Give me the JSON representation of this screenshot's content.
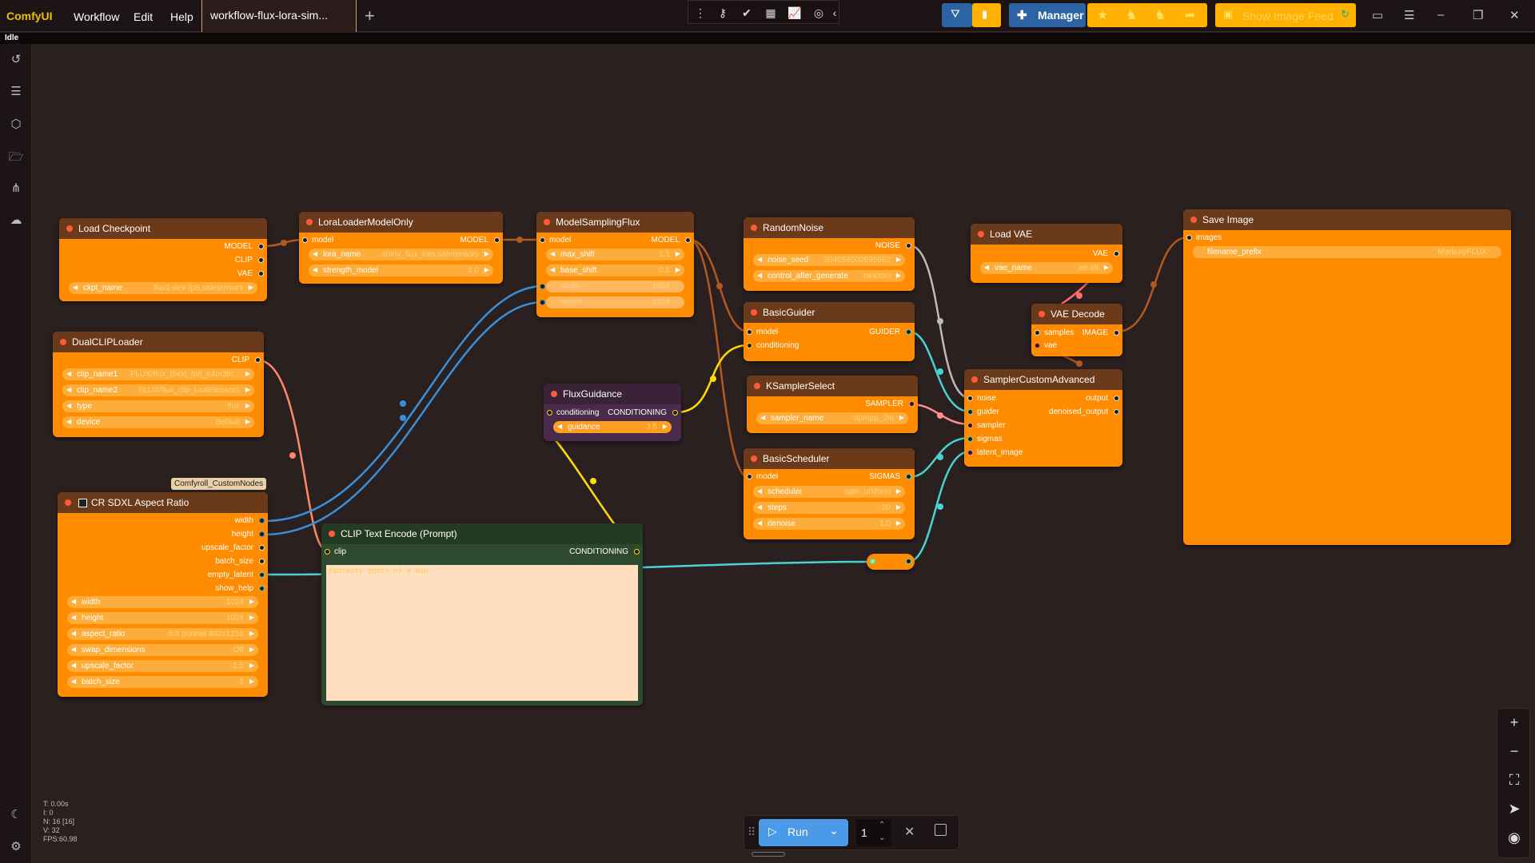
{
  "app": {
    "name": "ComfyUI",
    "status": "Idle"
  },
  "menu": {
    "workflow": "Workflow",
    "edit": "Edit",
    "help": "Help"
  },
  "tab": {
    "title": "workflow-flux-lora-sim...",
    "add": "+"
  },
  "toolbar": {
    "manager_label": "Manager",
    "image_feed_label": "Show Image Feed",
    "icons": [
      "dots-icon",
      "key-icon",
      "check-circle-icon",
      "table-icon",
      "chart-icon",
      "github-icon",
      "chevron-left-icon"
    ]
  },
  "stats": {
    "t": "T: 0.00s",
    "i": "I: 0",
    "n": "N: 16 [16]",
    "v": "V: 32",
    "fps": "FPS:60.98"
  },
  "run": {
    "label": "Run",
    "count": "1"
  },
  "tag": {
    "label": "Comfyroll_CustomNodes"
  },
  "nodes": {
    "load_checkpoint": {
      "title": "Load Checkpoint",
      "out_model": "MODEL",
      "out_clip": "CLIP",
      "out_vae": "VAE",
      "w_ckpt_name": "ckpt_name",
      "v_ckpt_name": "flux1-dev-fp8.safetensors"
    },
    "lora": {
      "title": "LoraLoaderModelOnly",
      "in_model": "model",
      "out_model": "MODEL",
      "w_lora_name": "lora_name",
      "v_lora_name": "shiny_flux_lora.safetensors",
      "w_strength": "strength_model",
      "v_strength": "1.0"
    },
    "msf": {
      "title": "ModelSamplingFlux",
      "in_model": "model",
      "out_model": "MODEL",
      "w_max_shift": "max_shift",
      "v_max_shift": "1.1",
      "w_base_shift": "base_shift",
      "v_base_shift": "0.5",
      "w_width": "width",
      "v_width": "1024",
      "w_height": "height",
      "v_height": "1024"
    },
    "random_noise": {
      "title": "RandomNoise",
      "out_noise": "NOISE",
      "w_seed": "noise_seed",
      "v_seed": "304056500695562",
      "w_control": "control_after_generate",
      "v_control": "random"
    },
    "load_vae": {
      "title": "Load VAE",
      "out_vae": "VAE",
      "w_vae_name": "vae_name",
      "v_vae_name": "ae.sft"
    },
    "save_image": {
      "title": "Save Image",
      "in_images": "images",
      "w_prefix": "filename_prefix",
      "v_prefix": "MarkuryFLUX"
    },
    "dualclip": {
      "title": "DualCLIPLoader",
      "out_clip": "CLIP",
      "w_clip1": "clip_name1",
      "v_clip1": "FLUX/flux_t5xxl_fp8_e4m3fn...",
      "w_clip2": "clip_name2",
      "v_clip2": "FLUX/flux_clip_l.safetensors",
      "w_type": "type",
      "v_type": "flux",
      "w_device": "device",
      "v_device": "default"
    },
    "guider": {
      "title": "BasicGuider",
      "in_model": "model",
      "in_cond": "conditioning",
      "out_guider": "GUIDER"
    },
    "vae_decode": {
      "title": "VAE Decode",
      "in_samples": "samples",
      "in_vae": "vae",
      "out_image": "IMAGE"
    },
    "flux_guidance": {
      "title": "FluxGuidance",
      "in_cond": "conditioning",
      "out_cond": "CONDITIONING",
      "w_guidance": "guidance",
      "v_guidance": "3.5"
    },
    "ksampler_select": {
      "title": "KSamplerSelect",
      "out_sampler": "SAMPLER",
      "w_sampler": "sampler_name",
      "v_sampler": "dpmpp_2m"
    },
    "sca": {
      "title": "SamplerCustomAdvanced",
      "in_noise": "noise",
      "in_guider": "guider",
      "in_sampler": "sampler",
      "in_sigmas": "sigmas",
      "in_latent": "latent_image",
      "out_output": "output",
      "out_denoised": "denoised_output"
    },
    "scheduler": {
      "title": "BasicScheduler",
      "in_model": "model",
      "out_sigmas": "SIGMAS",
      "w_scheduler": "scheduler",
      "v_scheduler": "sgm_uniform",
      "w_steps": "steps",
      "v_steps": "20",
      "w_denoise": "denoise",
      "v_denoise": "1.0"
    },
    "aspect": {
      "title": "CR SDXL Aspect Ratio",
      "out_width": "width",
      "out_height": "height",
      "out_upscale": "upscale_factor",
      "out_batch": "batch_size",
      "out_latent": "empty_latent",
      "out_help": "show_help",
      "w_width": "width",
      "v_width": "1024",
      "w_height": "height",
      "v_height": "1024",
      "w_aspect": "aspect_ratio",
      "v_aspect": "5:8 portrait 832x1216",
      "w_swap": "swap_dimensions",
      "v_swap": "Off",
      "w_upscale": "upscale_factor",
      "v_upscale": "1.5",
      "w_batch": "batch_size",
      "v_batch": "8"
    },
    "clip_encode": {
      "title": "CLIP Text Encode (Prompt)",
      "in_clip": "clip",
      "out_cond": "CONDITIONING",
      "prompt": "fantasty photo of a man"
    }
  },
  "colors": {
    "node_body": "#ff8c00",
    "node_header": "#6b3a1a",
    "background": "#2b2020",
    "wire_model": "#b15a1e",
    "wire_clip": "#ff8866",
    "wire_vae": "#ff6a6a",
    "wire_cond": "#ffdd00",
    "wire_int": "#3a8fd8",
    "wire_latent": "#4ad2d2",
    "wire_noise": "#bbbbbb"
  }
}
